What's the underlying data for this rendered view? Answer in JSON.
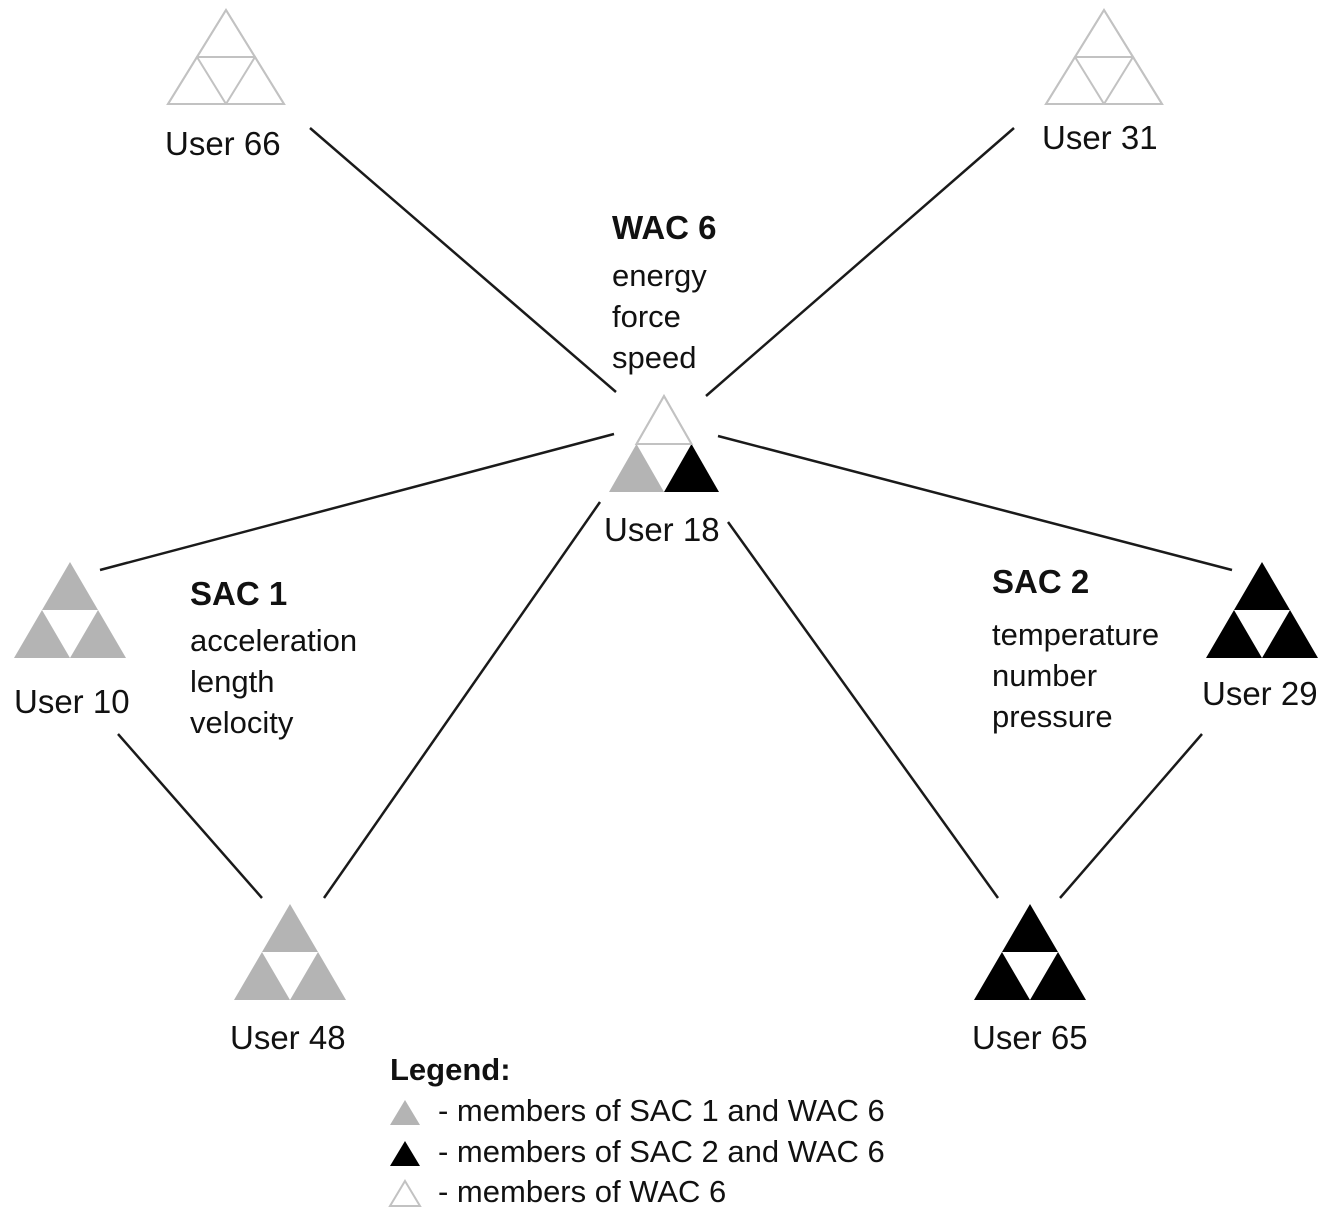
{
  "colors": {
    "sac1_wac6": "#b4b4b4",
    "sac2_wac6": "#000000",
    "wac6_outline": "#c2c2c2",
    "edge": "#1a1a1a"
  },
  "users": [
    {
      "id": "u66",
      "label": "User 66",
      "pattern": [
        "w",
        "w",
        "w"
      ]
    },
    {
      "id": "u31",
      "label": "User 31",
      "pattern": [
        "w",
        "w",
        "w"
      ]
    },
    {
      "id": "u18",
      "label": "User 18",
      "pattern": [
        "w",
        "g",
        "b"
      ]
    },
    {
      "id": "u10",
      "label": "User 10",
      "pattern": [
        "g",
        "g",
        "g"
      ]
    },
    {
      "id": "u29",
      "label": "User 29",
      "pattern": [
        "b",
        "b",
        "b"
      ]
    },
    {
      "id": "u48",
      "label": "User 48",
      "pattern": [
        "g",
        "g",
        "g"
      ]
    },
    {
      "id": "u65",
      "label": "User 65",
      "pattern": [
        "b",
        "b",
        "b"
      ]
    }
  ],
  "edges": [
    [
      "u66",
      "u18"
    ],
    [
      "u31",
      "u18"
    ],
    [
      "u10",
      "u18"
    ],
    [
      "u29",
      "u18"
    ],
    [
      "u10",
      "u48"
    ],
    [
      "u48",
      "u18"
    ],
    [
      "u18",
      "u65"
    ],
    [
      "u65",
      "u29"
    ]
  ],
  "clusters": {
    "wac6": {
      "title": "WAC 6",
      "concepts": [
        "energy",
        "force",
        "speed"
      ]
    },
    "sac1": {
      "title": "SAC 1",
      "concepts": [
        "acceleration",
        "length",
        "velocity"
      ]
    },
    "sac2": {
      "title": "SAC 2",
      "concepts": [
        "temperature",
        "number",
        "pressure"
      ]
    }
  },
  "legend": {
    "title": "Legend:",
    "items": [
      {
        "marker": "gray-triangle",
        "text": "- members of SAC 1 and WAC 6"
      },
      {
        "marker": "black-triangle",
        "text": "- members of SAC 2 and WAC 6"
      },
      {
        "marker": "outline-triangle",
        "text": "- members of WAC 6"
      }
    ]
  }
}
